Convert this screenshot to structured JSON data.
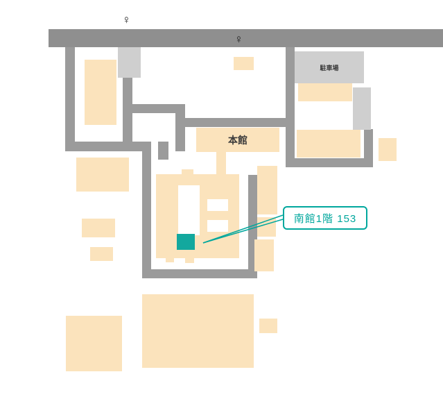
{
  "map": {
    "labels": {
      "main_building": "本館",
      "parking": "駐車場"
    },
    "callout": {
      "text": "南館1階 153"
    },
    "markers": [
      {
        "glyph": "♀"
      },
      {
        "glyph": "♀"
      }
    ],
    "colors": {
      "main_road": "#8f8f8f",
      "path": "#9b9b9b",
      "building": "#fbe3bc",
      "gray_structure": "#cfcfcf",
      "highlight_room": "#13a89e",
      "callout_accent": "#00a79d",
      "background": "#ffffff",
      "label_text": "#3a3a3a"
    }
  }
}
